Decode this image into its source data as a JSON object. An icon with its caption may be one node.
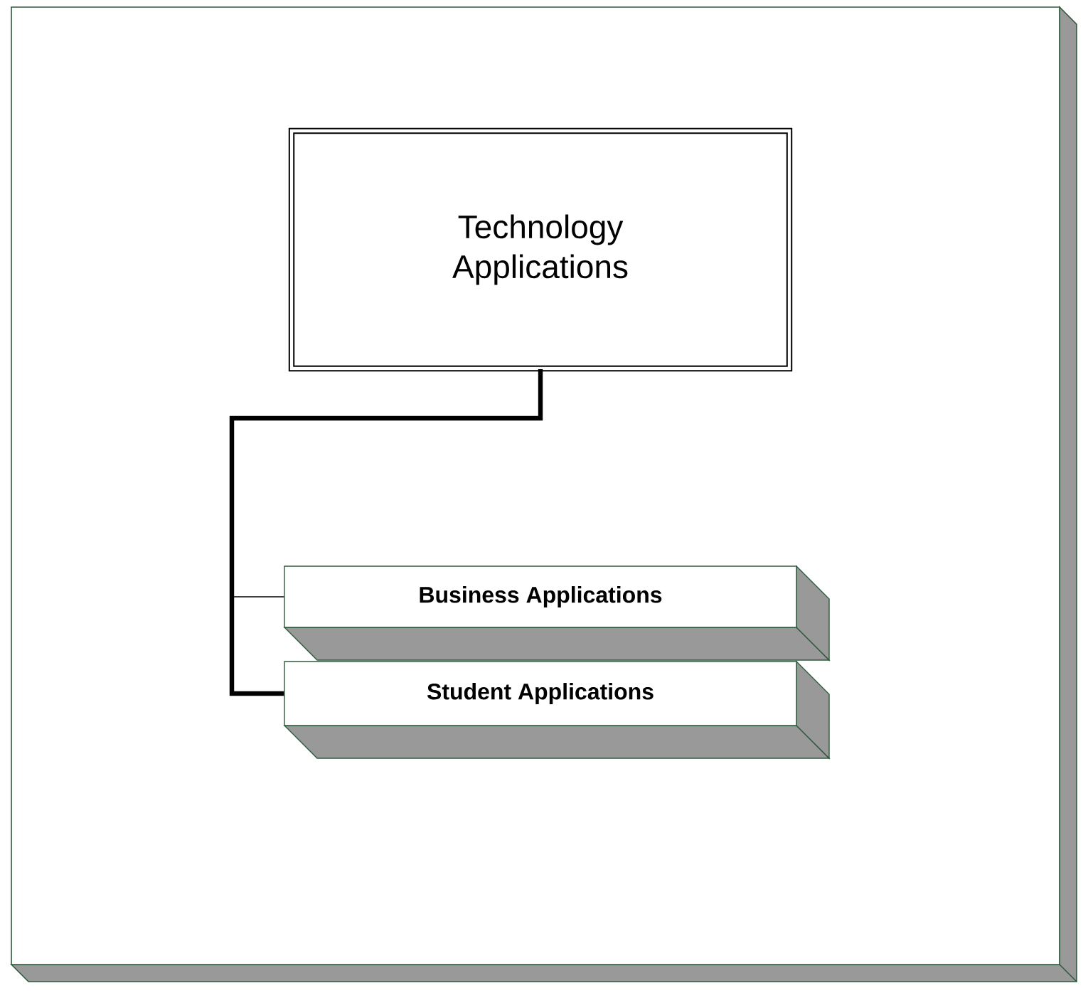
{
  "diagram": {
    "nodes": [
      {
        "text": [
          "Technology Applications"
        ]
      },
      {
        "text": [
          "Business Applications"
        ]
      },
      {
        "text": [
          "Student Applications"
        ]
      }
    ],
    "edges": [
      {
        "from": 0,
        "to": 1,
        "arrow": "none"
      },
      {
        "from": 0,
        "to": 2,
        "arrow": "none",
        "style": "thick"
      }
    ]
  }
}
